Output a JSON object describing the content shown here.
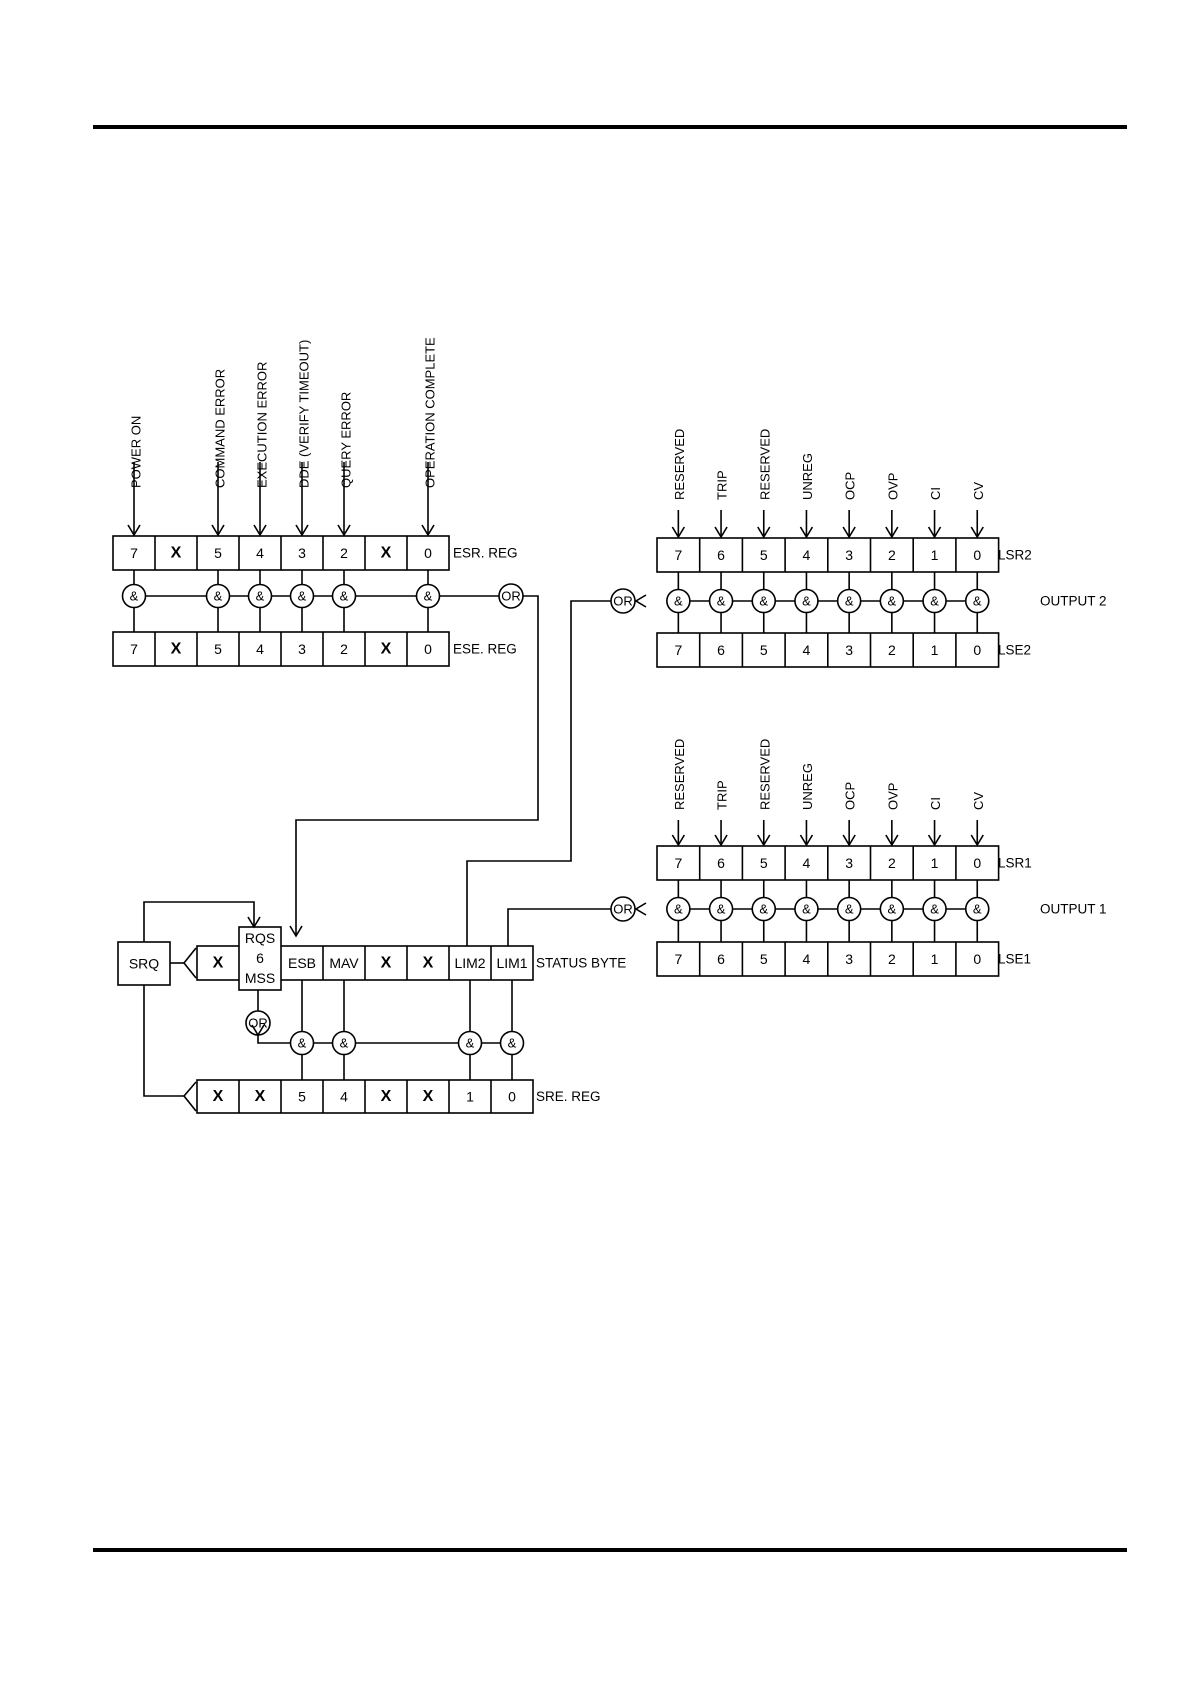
{
  "esr": {
    "label": "ESR. REG",
    "bits": [
      "7",
      "X",
      "5",
      "4",
      "3",
      "2",
      "X",
      "0"
    ],
    "events": [
      "POWER ON",
      "COMMAND ERROR",
      "EXECUTION ERROR",
      "DDE (VERIFY TIMEOUT)",
      "QUERY ERROR",
      "OPERATION COMPLETE"
    ]
  },
  "ese": {
    "label": "ESE. REG",
    "bits": [
      "7",
      "X",
      "5",
      "4",
      "3",
      "2",
      "X",
      "0"
    ]
  },
  "lsr2": {
    "label": "LSR2",
    "bits": [
      "7",
      "6",
      "5",
      "4",
      "3",
      "2",
      "1",
      "0"
    ],
    "events": [
      "RESERVED",
      "TRIP",
      "RESERVED",
      "UNREG",
      "OCP",
      "OVP",
      "CI",
      "CV"
    ]
  },
  "lse2": {
    "label": "LSE2",
    "bits": [
      "7",
      "6",
      "5",
      "4",
      "3",
      "2",
      "1",
      "0"
    ]
  },
  "output2_label": "OUTPUT 2",
  "lsr1": {
    "label": "LSR1",
    "bits": [
      "7",
      "6",
      "5",
      "4",
      "3",
      "2",
      "1",
      "0"
    ],
    "events": [
      "RESERVED",
      "TRIP",
      "RESERVED",
      "UNREG",
      "OCP",
      "OVP",
      "CI",
      "CV"
    ]
  },
  "lse1": {
    "label": "LSE1",
    "bits": [
      "7",
      "6",
      "5",
      "4",
      "3",
      "2",
      "1",
      "0"
    ]
  },
  "output1_label": "OUTPUT 1",
  "status_byte": {
    "label": "STATUS BYTE",
    "bits": [
      "X",
      "RQS|6|MSS",
      "ESB",
      "MAV",
      "X",
      "X",
      "LIM2",
      "LIM1"
    ]
  },
  "sre": {
    "label": "SRE. REG",
    "bits": [
      "X",
      "X",
      "5",
      "4",
      "X",
      "X",
      "1",
      "0"
    ]
  },
  "srq_label": "SRQ",
  "and_gate": "&",
  "or_gate": "OR"
}
